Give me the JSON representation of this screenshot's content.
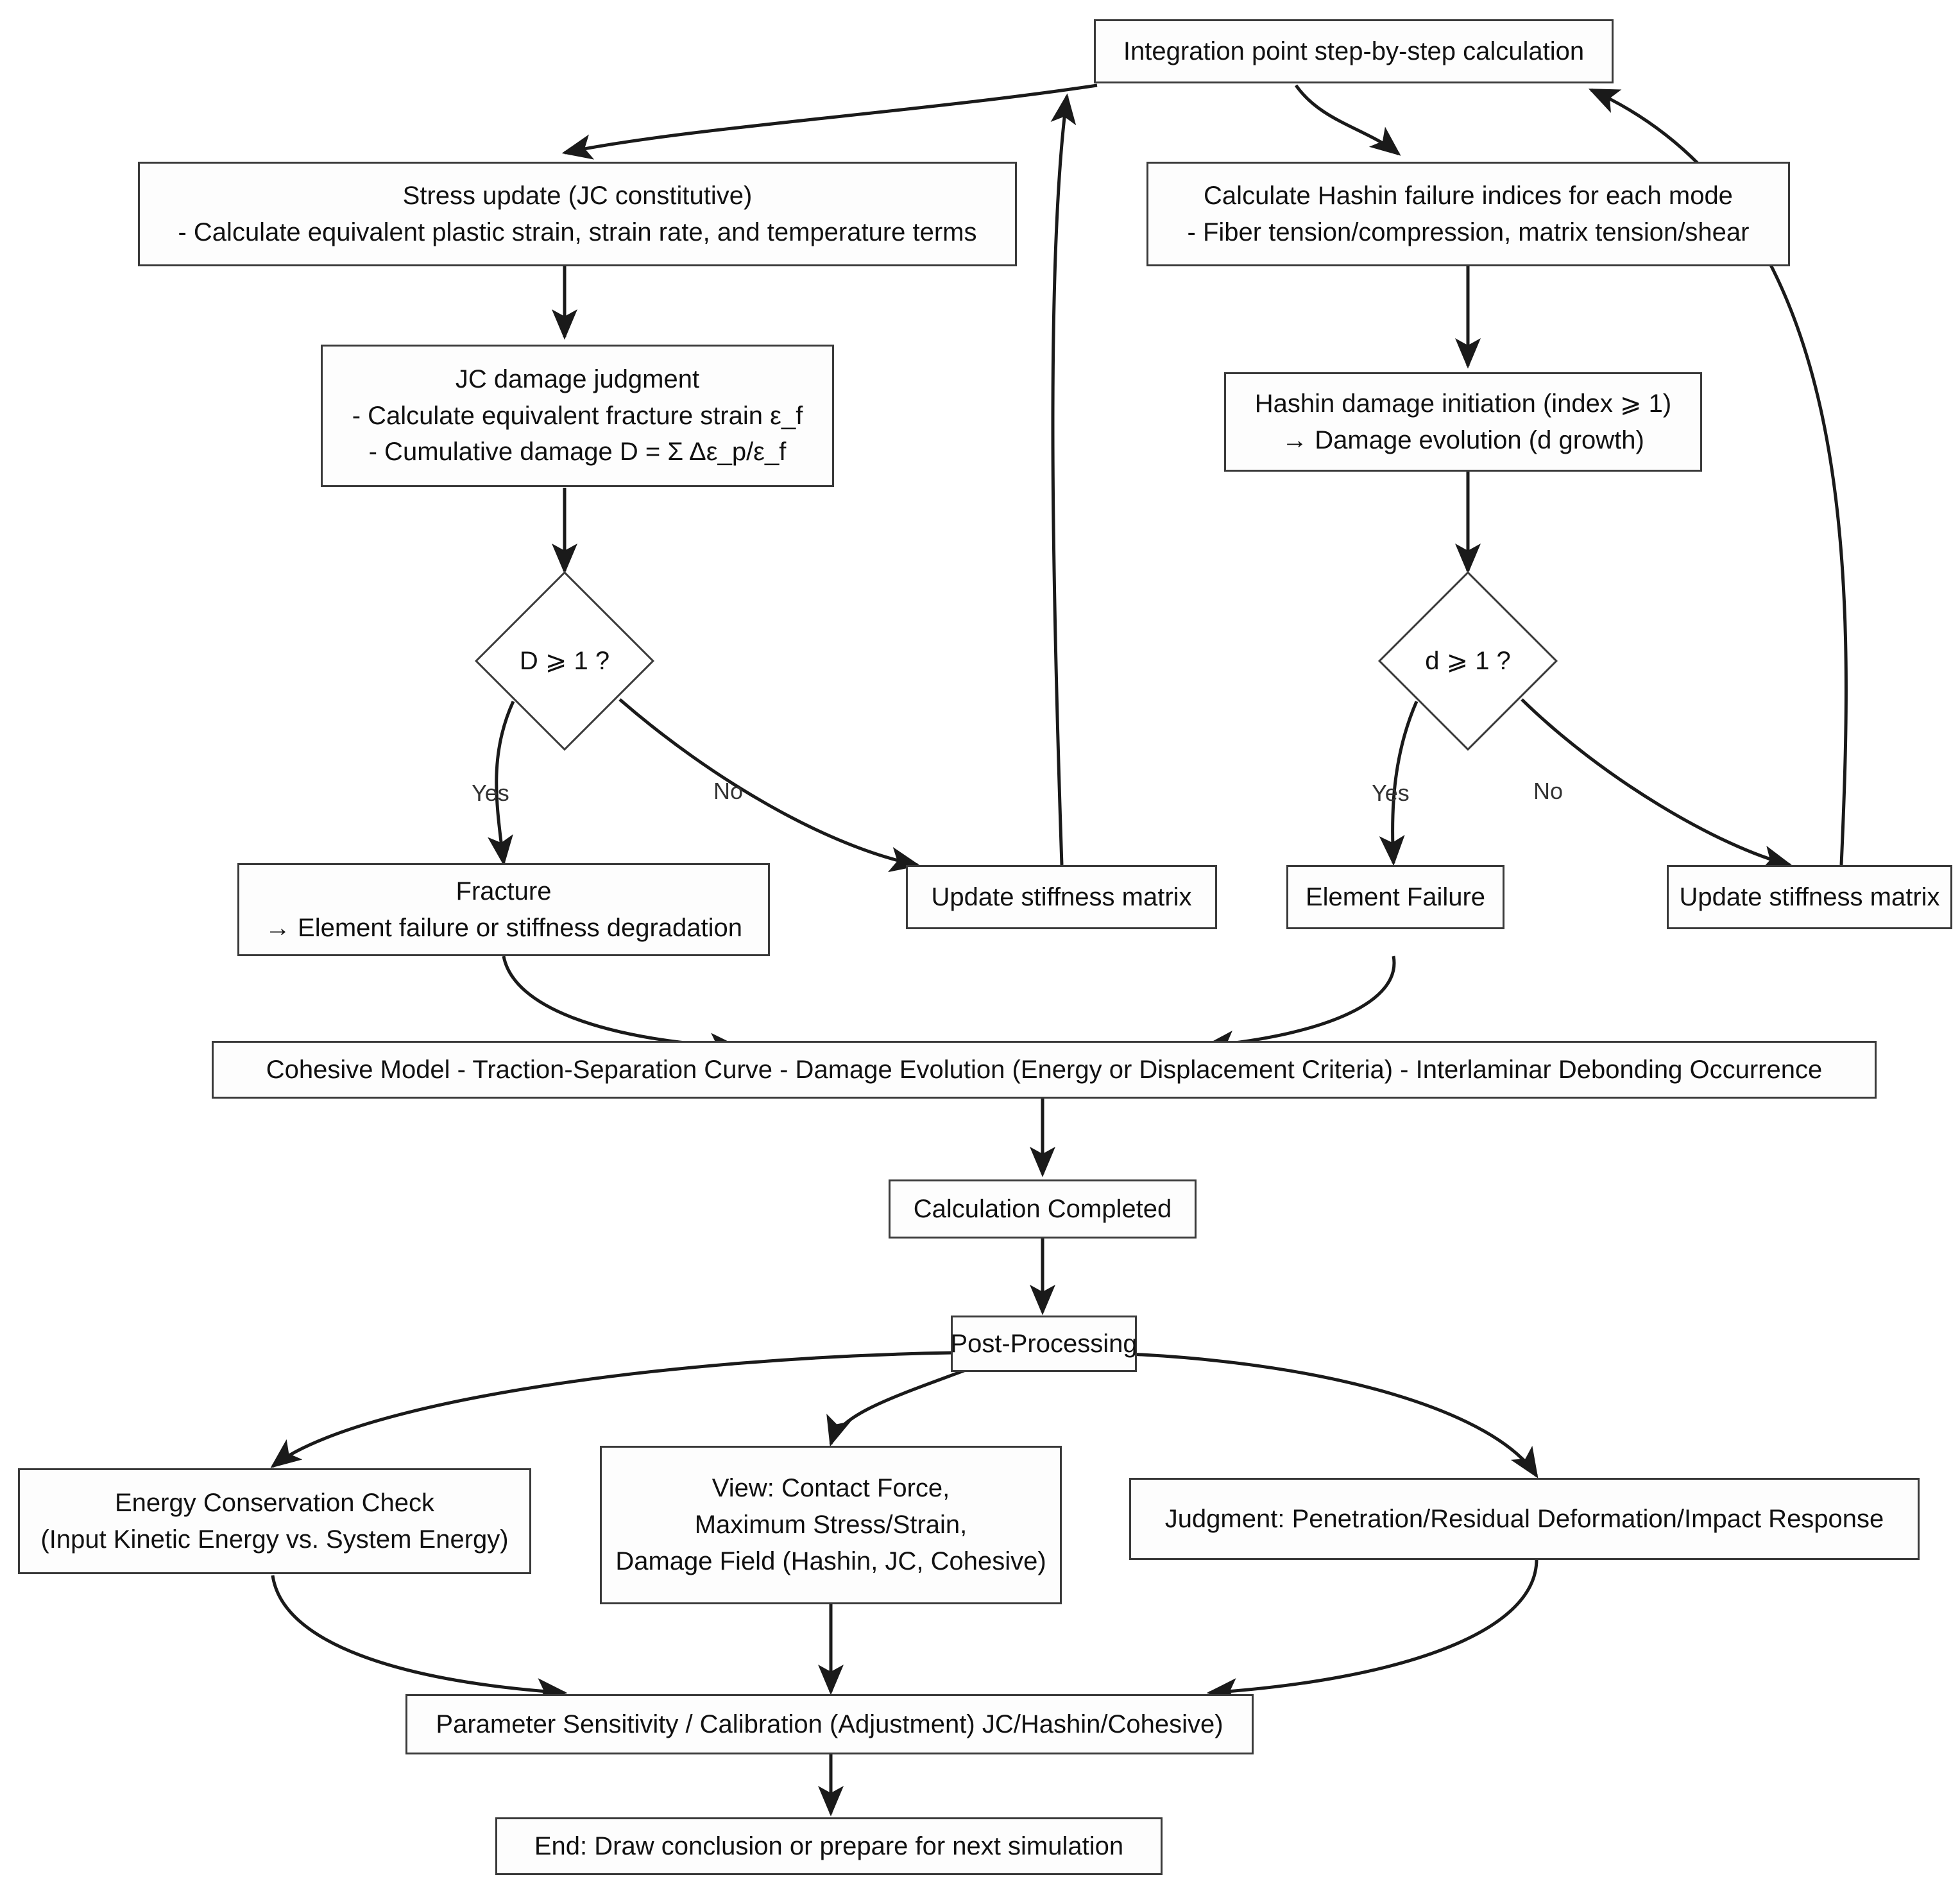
{
  "diagram": {
    "title": "Integration point step-by-step calculation flowchart",
    "colors": {
      "background": "#ffffff",
      "node_fill": "#fdfdfd",
      "node_border": "#3a3a3a",
      "edge": "#1a1a1a",
      "text": "#111111"
    }
  },
  "nodes": {
    "integration_point": {
      "line1": "Integration point step-by-step calculation"
    },
    "stress_update": {
      "line1": "Stress update (JC constitutive)",
      "line2": "- Calculate equivalent plastic strain, strain rate, and temperature terms"
    },
    "hashin_indices": {
      "line1": "Calculate Hashin failure indices for each mode",
      "line2": "- Fiber tension/compression, matrix tension/shear"
    },
    "jc_damage": {
      "line1": "JC damage judgment",
      "line2": "- Calculate equivalent fracture strain ε_f",
      "line3": "- Cumulative damage D = Σ Δε_p/ε_f"
    },
    "hashin_initiation": {
      "line1": "Hashin damage initiation (index ⩾ 1)",
      "line2": "→ Damage evolution (d growth)"
    },
    "decision_d_upper": {
      "label": "D ⩾ 1 ?"
    },
    "decision_d_lower": {
      "label": "d ⩾ 1 ?"
    },
    "fracture": {
      "line1": "Fracture",
      "line2": "→ Element failure or stiffness degradation"
    },
    "update_stiffness_left": {
      "line1": "Update stiffness matrix"
    },
    "element_failure": {
      "line1": "Element Failure"
    },
    "update_stiffness_right": {
      "line1": "Update stiffness matrix"
    },
    "cohesive_model": {
      "line1": "Cohesive Model - Traction-Separation Curve - Damage Evolution (Energy or Displacement Criteria) - Interlaminar Debonding Occurrence"
    },
    "calculation_completed": {
      "line1": "Calculation Completed"
    },
    "post_processing": {
      "line1": "Post-Processing"
    },
    "energy_check": {
      "line1": "Energy Conservation Check",
      "line2": "(Input Kinetic Energy vs. System Energy)"
    },
    "view_results": {
      "line1": "View: Contact Force,",
      "line2": "Maximum Stress/Strain,",
      "line3": "Damage Field (Hashin, JC, Cohesive)"
    },
    "judgment": {
      "line1": "Judgment: Penetration/Residual Deformation/Impact Response"
    },
    "parameter_sensitivity": {
      "line1": "Parameter Sensitivity / Calibration (Adjustment) JC/Hashin/Cohesive)"
    },
    "end_node": {
      "line1": "End: Draw conclusion or prepare for next simulation"
    }
  },
  "edge_labels": {
    "yes_upper": "Yes",
    "no_upper": "No",
    "yes_lower": "Yes",
    "no_lower": "No"
  }
}
